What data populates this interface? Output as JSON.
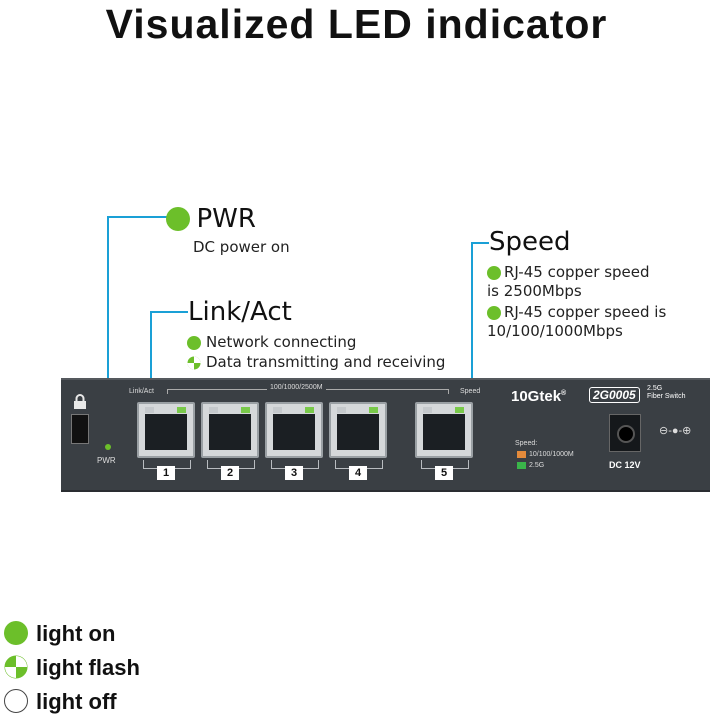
{
  "title": "Visualized LED indicator",
  "pwr": {
    "label": "PWR",
    "desc": "DC power on"
  },
  "speed": {
    "label": "Speed",
    "line1a": "RJ-45 copper speed",
    "line1b": "is 2500Mbps",
    "line2a": "RJ-45 copper speed is",
    "line2b": "10/100/1000Mbps"
  },
  "link": {
    "label": "Link/Act",
    "item1": "Network connecting",
    "item2": "Data transmitting and receiving"
  },
  "device": {
    "link_act": "Link/Act",
    "port_range": "100/1000/2500M",
    "speed": "Speed",
    "pwr": "PWR",
    "brand": "10Gtek",
    "reg": "®",
    "model": "2G0005",
    "desc1": "2.5G",
    "desc2": "Fiber Switch",
    "speed_title": "Speed:",
    "speed1": "10/100/1000M",
    "speed2": "2.5G",
    "dc": "DC 12V",
    "ports": [
      "1",
      "2",
      "3",
      "4",
      "5"
    ]
  },
  "legend": {
    "on": "light on",
    "flash": "light flash",
    "off": "light off"
  },
  "colors": {
    "led_green": "#6cbf2a",
    "callout": "#1aa0d6",
    "device": "#3a3f44",
    "speed_orange": "#e38a3b",
    "speed_green": "#3ab54a"
  }
}
